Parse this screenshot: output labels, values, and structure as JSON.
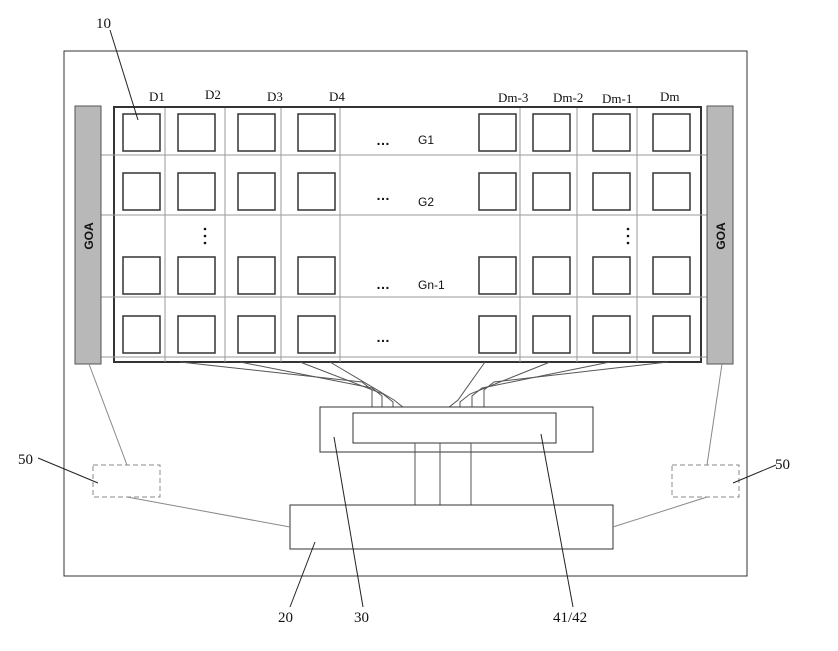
{
  "labels": {
    "panel": "10",
    "driver_ic": "20",
    "fpc_board": "30",
    "chip": "41/42",
    "left_box": "50",
    "right_box": "50",
    "goa_left": "GOA",
    "goa_right": "GOA"
  },
  "data_lines": [
    "D1",
    "D2",
    "D3",
    "D4",
    "Dm-3",
    "Dm-2",
    "Dm-1",
    "Dm"
  ],
  "gate_lines": [
    "G1",
    "G2",
    "Gn-1"
  ],
  "ellipsis": "…",
  "colors": {
    "stroke": "#333333",
    "grid": "#9a9a9a",
    "goa_fill": "#b8b8b8",
    "dashed": "#888888"
  }
}
